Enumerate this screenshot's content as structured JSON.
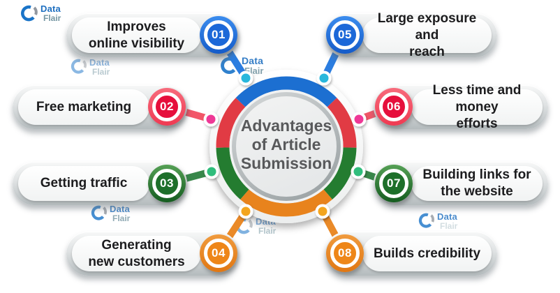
{
  "brand": {
    "data_label": "Data",
    "flair_label": "Flair"
  },
  "center": {
    "line1": "Advantages",
    "line2": "of Article",
    "line3": "Submission"
  },
  "items": [
    {
      "id": "01",
      "label": "Improves\nonline visibility",
      "color": "#1c68d8",
      "connector": "#2b7de0",
      "dot": "#29b7dc"
    },
    {
      "id": "02",
      "label": "Free marketing",
      "color": "#e60f3c",
      "connector": "#f25668",
      "dot": "#ee3896"
    },
    {
      "id": "03",
      "label": "Getting traffic",
      "color": "#1e6f2a",
      "connector": "#38874a",
      "dot": "#30bd7c"
    },
    {
      "id": "04",
      "label": "Generating\nnew customers",
      "color": "#ee8618",
      "connector": "#ea8a28",
      "dot": "#f3a51f"
    },
    {
      "id": "05",
      "label": "Large exposure and\nreach",
      "color": "#1c68d8",
      "connector": "#2b7de0",
      "dot": "#29b7dc"
    },
    {
      "id": "06",
      "label": "Less time and money\nefforts",
      "color": "#e60f3c",
      "connector": "#f25668",
      "dot": "#ee3896"
    },
    {
      "id": "07",
      "label": "Building links for\nthe website",
      "color": "#1e6f2a",
      "connector": "#38874a",
      "dot": "#30bd7c"
    },
    {
      "id": "08",
      "label": "Builds credibility",
      "color": "#ee8618",
      "connector": "#ea8a28",
      "dot": "#f3a51f"
    }
  ],
  "ring_palette": {
    "blue": "#1c6fd1",
    "red": "#e13b44",
    "green": "#247c30",
    "orange": "#e8831d"
  },
  "text_palette": {
    "title": "#58595b",
    "pill_text": "#1c1c1e",
    "brand_data": "#1e6fc0",
    "brand_flair": "#7596a2"
  }
}
